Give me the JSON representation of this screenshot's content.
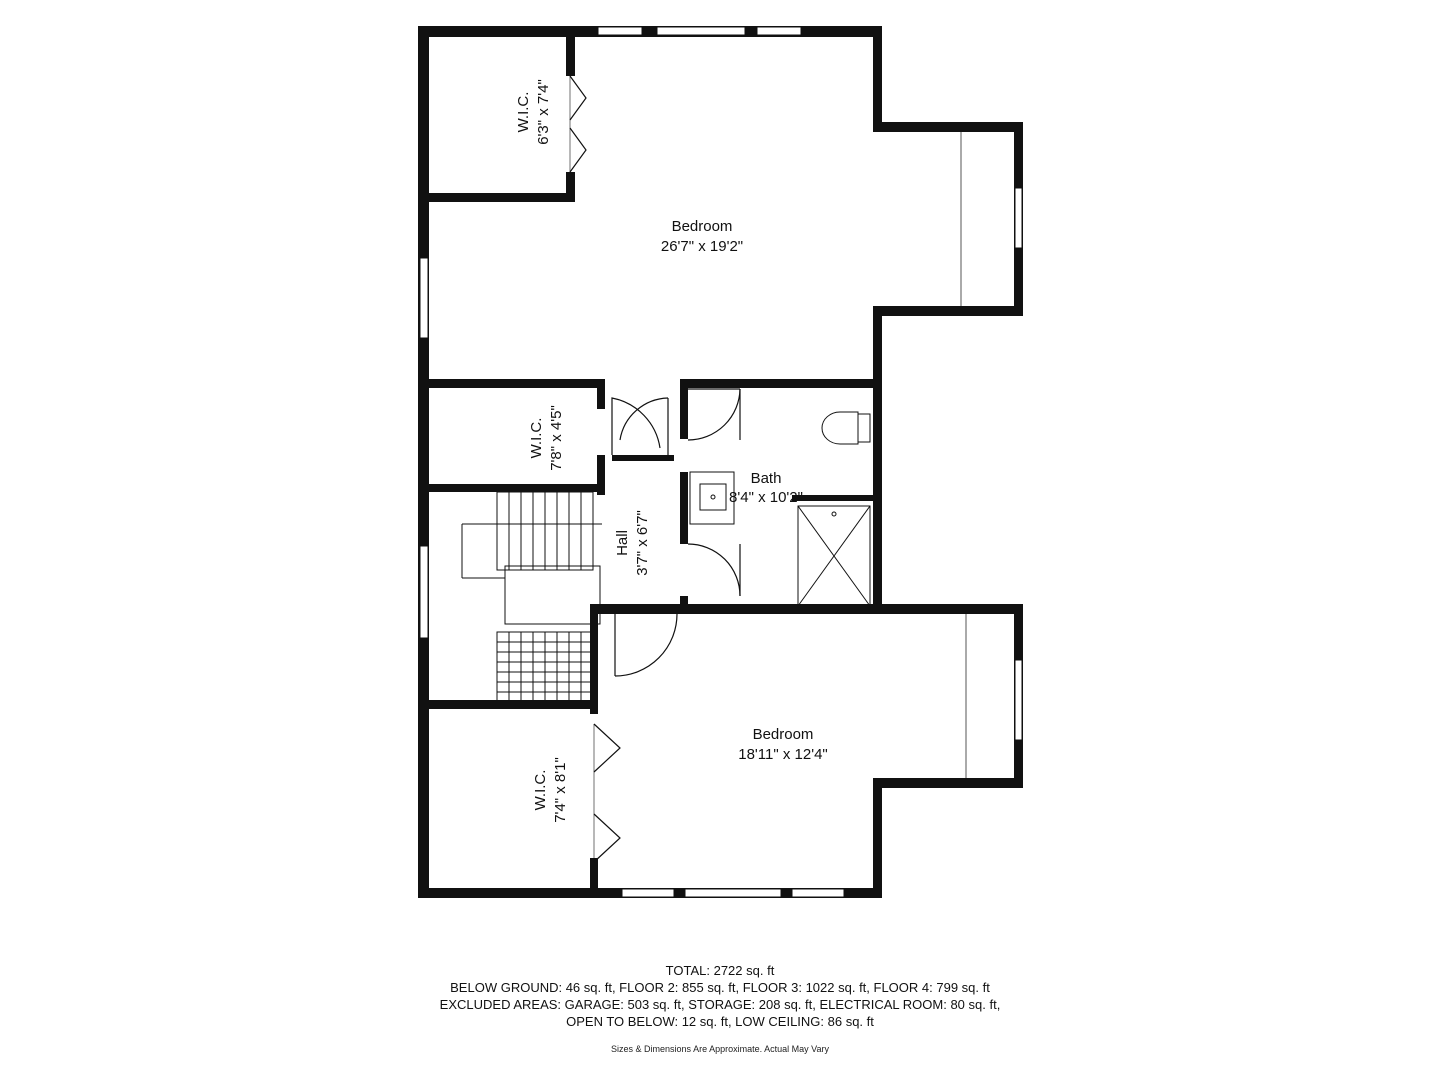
{
  "rooms": [
    {
      "id": "wic-top",
      "name": "W.I.C.",
      "dims": "6'3\" x 7'4\""
    },
    {
      "id": "bedroom-top",
      "name": "Bedroom",
      "dims": "26'7\" x 19'2\""
    },
    {
      "id": "wic-mid",
      "name": "W.I.C.",
      "dims": "7'8\" x 4'5\""
    },
    {
      "id": "bath",
      "name": "Bath",
      "dims": "8'4\" x 10'2\""
    },
    {
      "id": "hall",
      "name": "Hall",
      "dims": "3'7\" x 6'7\""
    },
    {
      "id": "bedroom-bottom",
      "name": "Bedroom",
      "dims": "18'11\" x 12'4\""
    },
    {
      "id": "wic-bottom",
      "name": "W.I.C.",
      "dims": "7'4\" x 8'1\""
    }
  ],
  "summary": {
    "total": "TOTAL: 2722 sq. ft",
    "floors": "BELOW GROUND: 46 sq. ft, FLOOR 2: 855 sq. ft, FLOOR 3: 1022 sq. ft, FLOOR 4: 799 sq. ft",
    "excluded": "EXCLUDED AREAS: GARAGE: 503 sq. ft, STORAGE: 208 sq. ft, ELECTRICAL ROOM: 80 sq. ft,",
    "open": "OPEN TO BELOW: 12 sq. ft, LOW CEILING: 86 sq. ft"
  },
  "disclaimer": "Sizes & Dimensions Are Approximate. Actual May Vary"
}
